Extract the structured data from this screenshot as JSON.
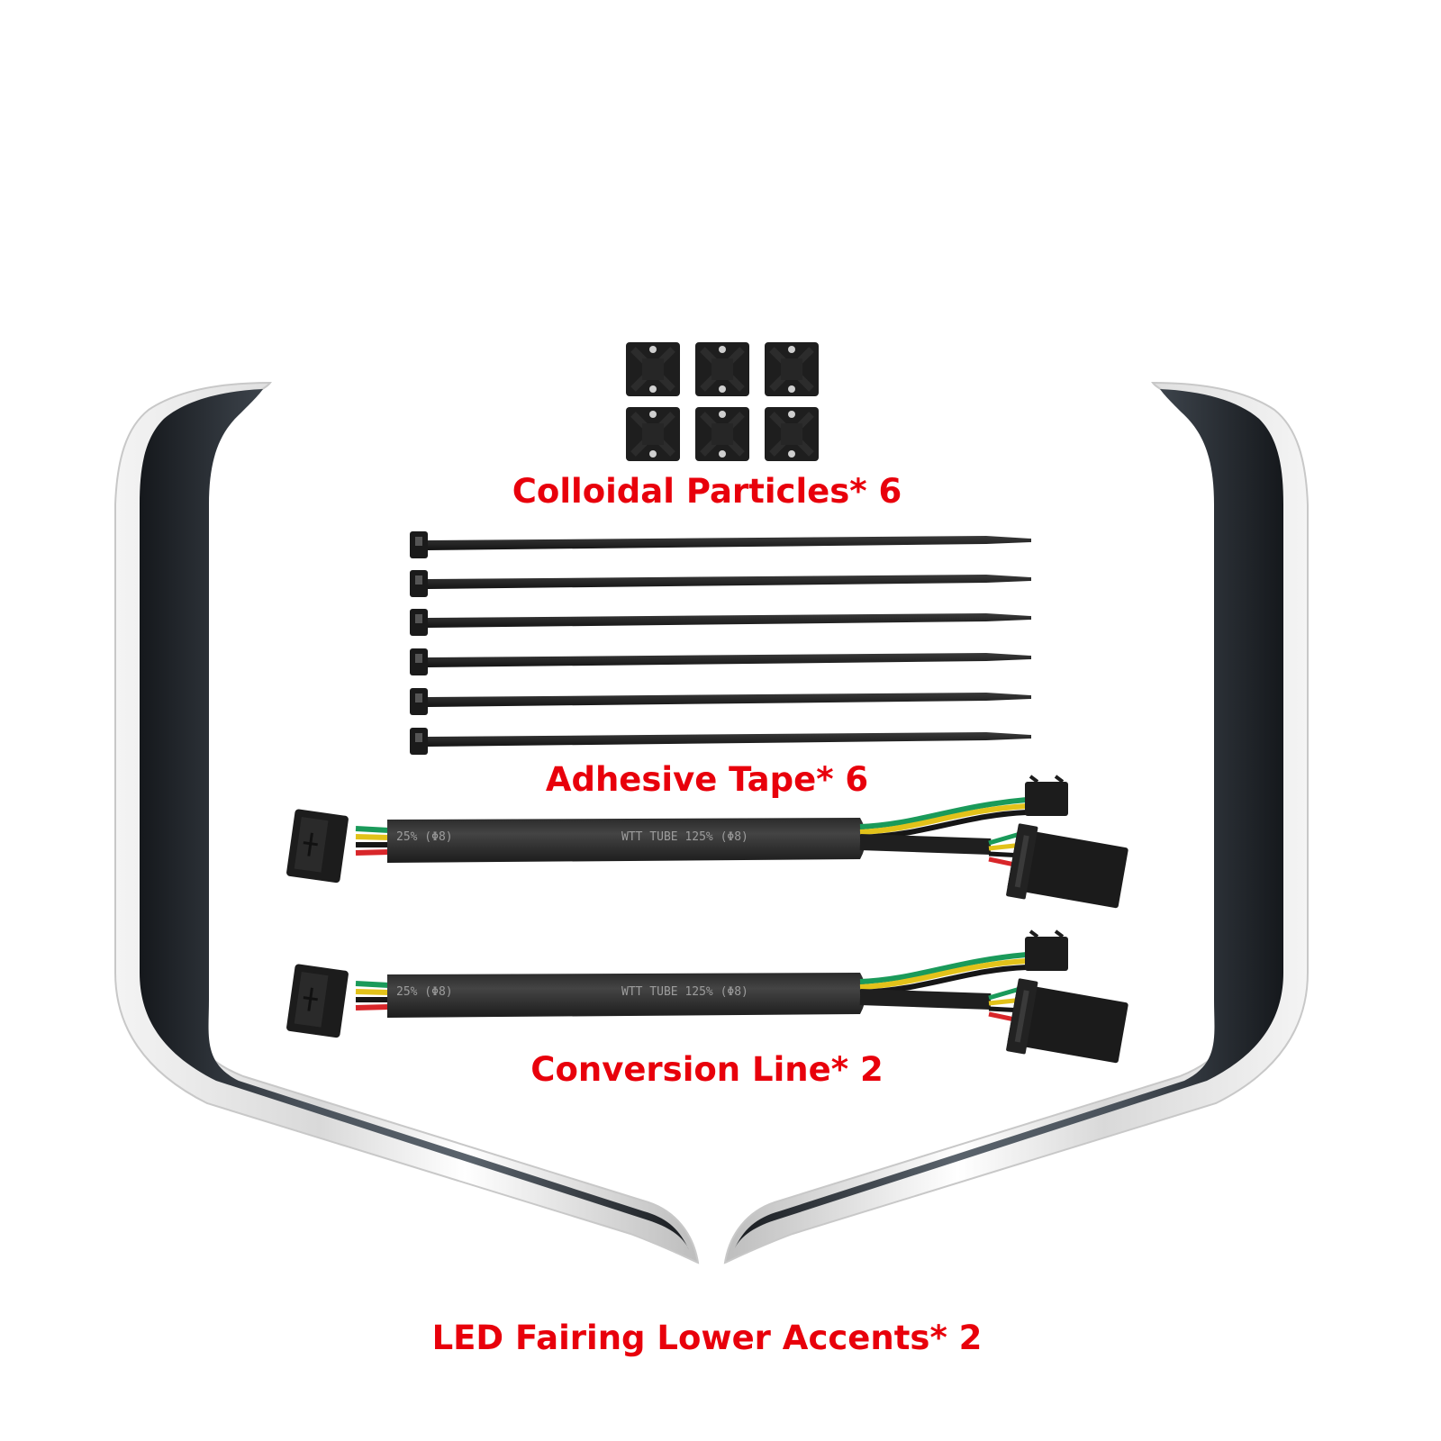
{
  "product_sheet": {
    "background": "#ffffff",
    "label_color": "#e8000b",
    "items": [
      {
        "id": "colloidal",
        "label": "Colloidal Particles* 6",
        "name": "Colloidal Particles",
        "quantity": 6
      },
      {
        "id": "adhesive",
        "label": "Adhesive Tape* 6",
        "name": "Adhesive Tape",
        "quantity": 6
      },
      {
        "id": "conversion",
        "label": "Conversion Line* 2",
        "name": "Conversion Line",
        "quantity": 2
      },
      {
        "id": "led",
        "label": "LED Fairing Lower Accents* 2",
        "name": "LED Fairing Lower Accents",
        "quantity": 2
      }
    ],
    "cable_print": {
      "left_segment": "25% (Φ8)",
      "right_segment": "WTT TUBE 125% (Φ8)"
    },
    "wire_colors": {
      "green": "#1a9a5a",
      "yellow": "#e2c21a",
      "black": "#161616",
      "red": "#d8262a"
    }
  }
}
